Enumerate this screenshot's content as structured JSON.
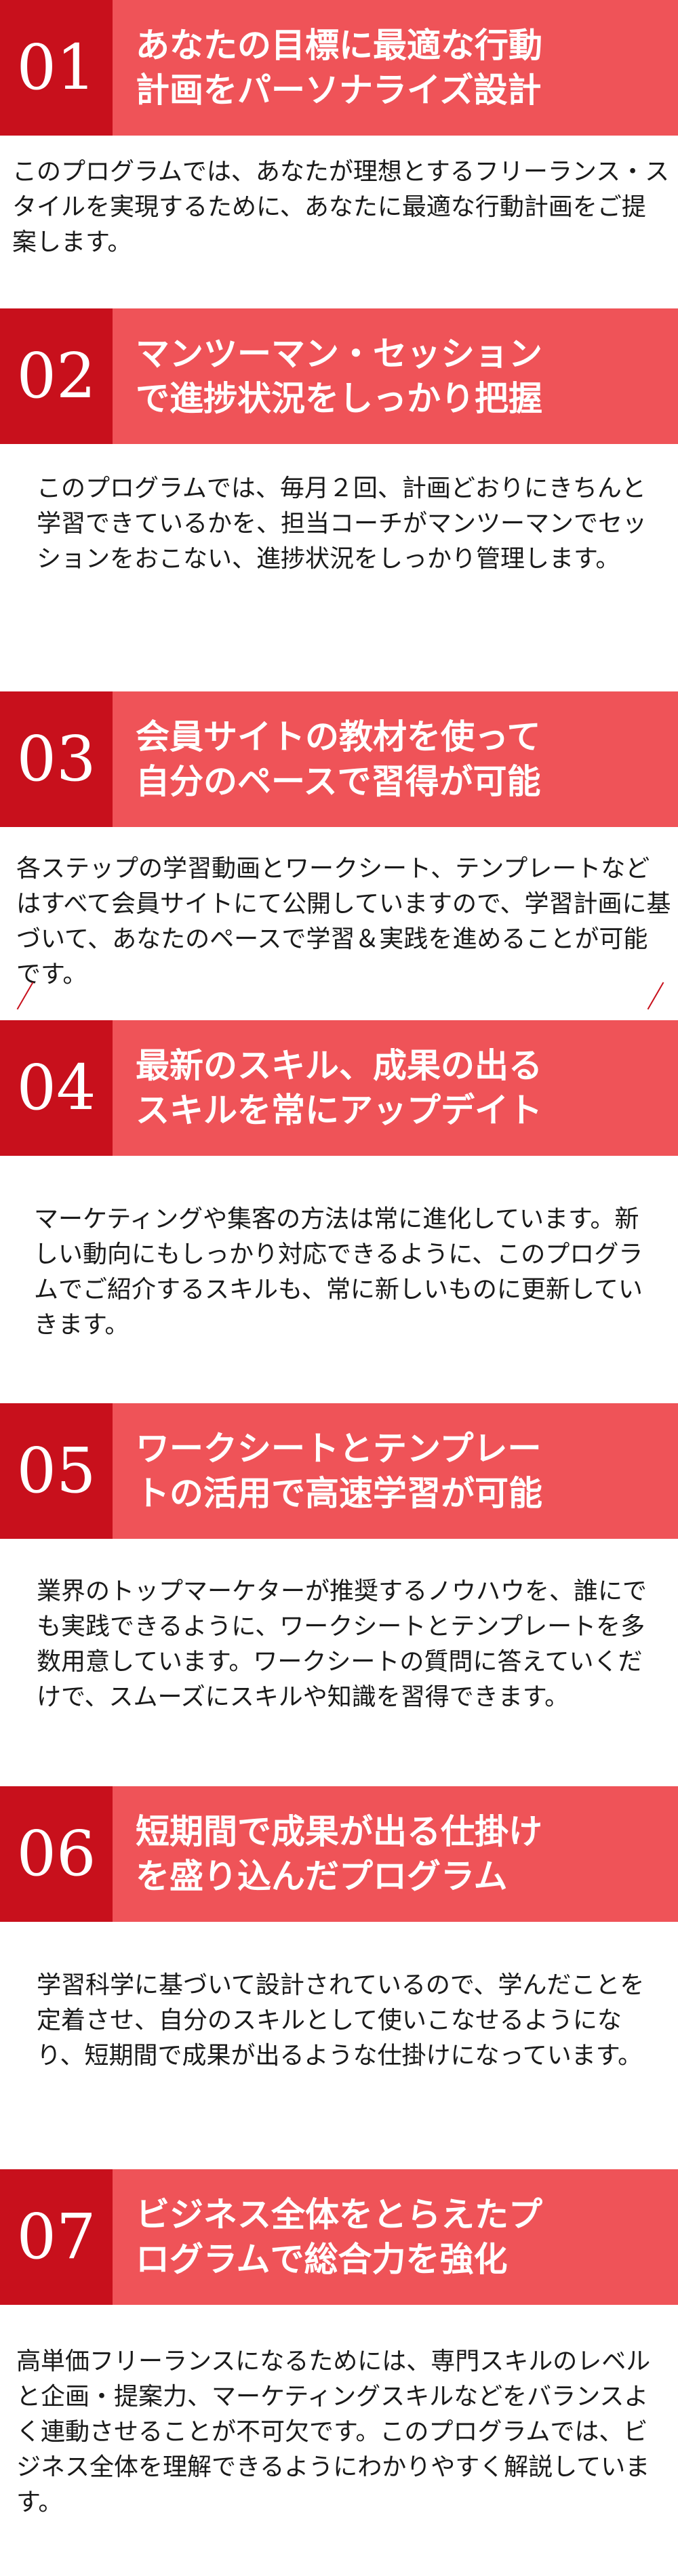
{
  "colors": {
    "number_box": "#c8101c",
    "title_box": "#ef5358",
    "title_text": "#ffffff",
    "body_text": "#1a1a1a",
    "background": "#ffffff"
  },
  "features": [
    {
      "number": "01",
      "title_line1": "あなたの目標に最適な行動",
      "title_line2": "計画をパーソナライズ設計",
      "body": "このプログラムでは、あなたが理想とするフリーランス・スタイルを実現するために、あなたに最適な行動計画をご提案します。"
    },
    {
      "number": "02",
      "title_line1": "マンツーマン・セッション",
      "title_line2": "で進捗状況をしっかり把握",
      "body": "このプログラムでは、毎月２回、計画どおりにきちんと学習できているかを、担当コーチがマンツーマンでセッションをおこない、進捗状況をしっかり管理します。"
    },
    {
      "number": "03",
      "title_line1": "会員サイトの教材を使って",
      "title_line2": "自分のペースで習得が可能",
      "body": "各ステップの学習動画とワークシート、テンプレートなどはすべて会員サイトにて公開していますので、学習計画に基づいて、あなたのペースで学習＆実践を進めることが可能です。"
    },
    {
      "number": "04",
      "title_line1": "最新のスキル、成果の出る",
      "title_line2": "スキルを常にアップデイト",
      "body": "マーケティングや集客の方法は常に進化しています。新しい動向にもしっかり対応できるように、このプログラムでご紹介するスキルも、常に新しいものに更新していきます。"
    },
    {
      "number": "05",
      "title_line1": "ワークシートとテンプレー",
      "title_line2": "トの活用で高速学習が可能",
      "body": "業界のトップマーケターが推奨するノウハウを、誰にでも実践できるように、ワークシートとテンプレートを多数用意しています。ワークシートの質問に答えていくだけで、スムーズにスキルや知識を習得できます。"
    },
    {
      "number": "06",
      "title_line1": "短期間で成果が出る仕掛け",
      "title_line2": "を盛り込んだプログラム",
      "body": "学習科学に基づいて設計されているので、学んだことを定着させ、自分のスキルとして使いこなせるようになり、短期間で成果が出るような仕掛けになっています。"
    },
    {
      "number": "07",
      "title_line1": "ビジネス全体をとらえたプ",
      "title_line2": "ログラムで総合力を強化",
      "body": "高単価フリーランスになるためには、専門スキルのレベルと企画・提案力、マーケティングスキルなどをバランスよく連動させることが不可欠です。このプログラムでは、ビジネス全体を理解できるようにわかりやすく解説しています。"
    }
  ]
}
